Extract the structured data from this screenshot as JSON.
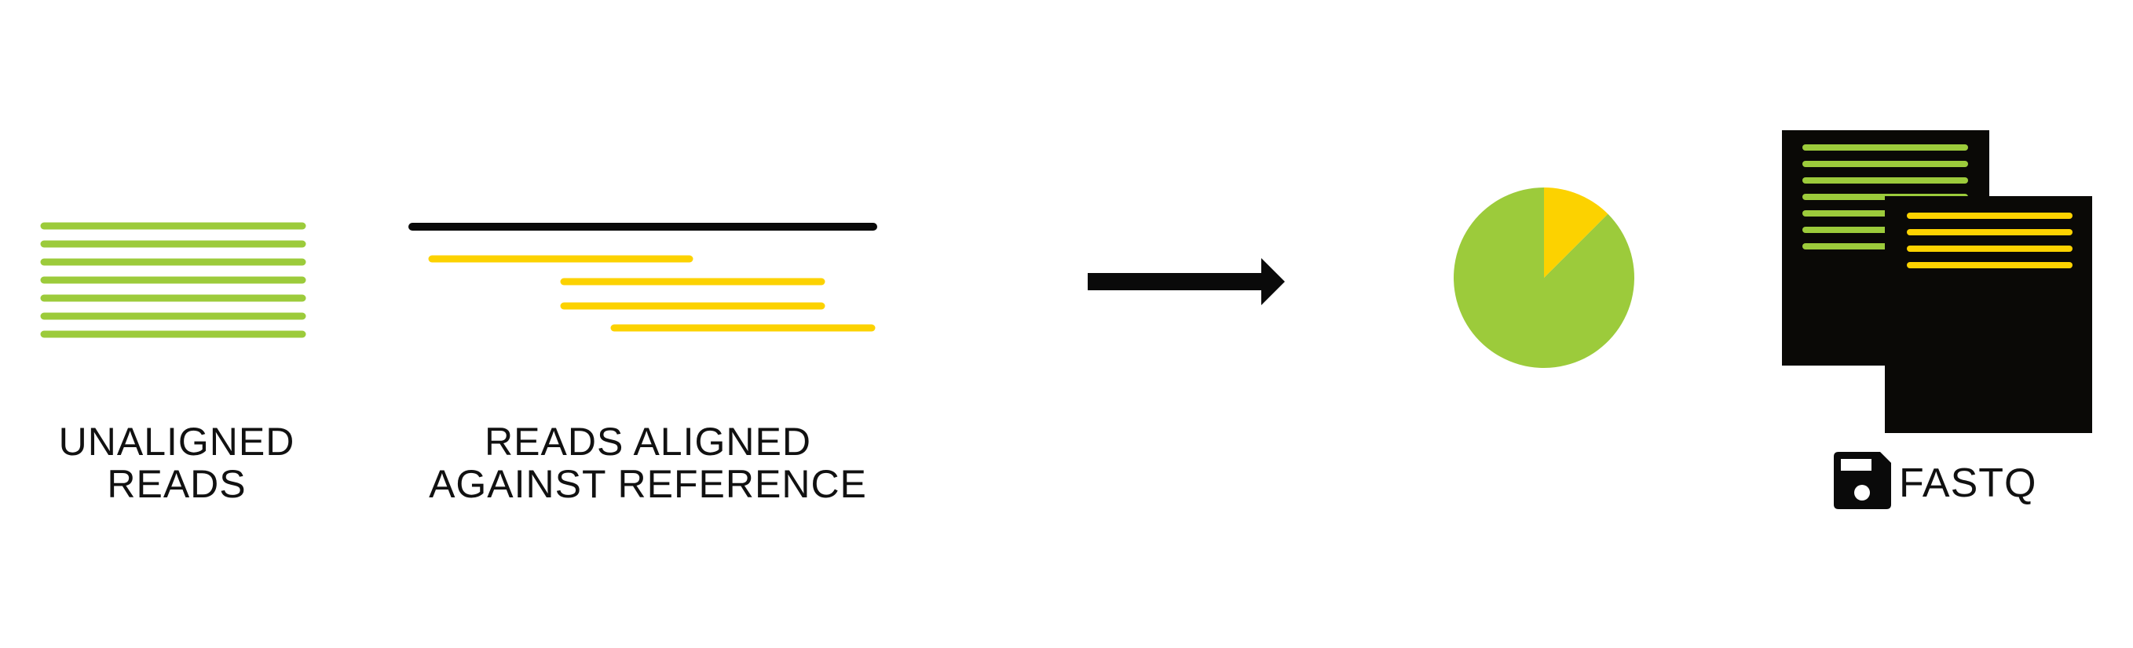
{
  "labels": {
    "unaligned_line1": "UNALIGNED",
    "unaligned_line2": "READS",
    "aligned_line1": "READS ALIGNED",
    "aligned_line2": "AGAINST REFERENCE",
    "output_format": "FASTQ"
  },
  "pie": {
    "aligned_fraction": 0.125,
    "unaligned_fraction": 0.875
  },
  "icons": {
    "arrow": "right-arrow-icon",
    "save": "floppy-disk-icon"
  },
  "colors": {
    "unaligned": "#9ccb3b",
    "aligned": "#fcd200",
    "reference": "#0a0a0a",
    "document": "#0a0906",
    "text": "#111111"
  }
}
